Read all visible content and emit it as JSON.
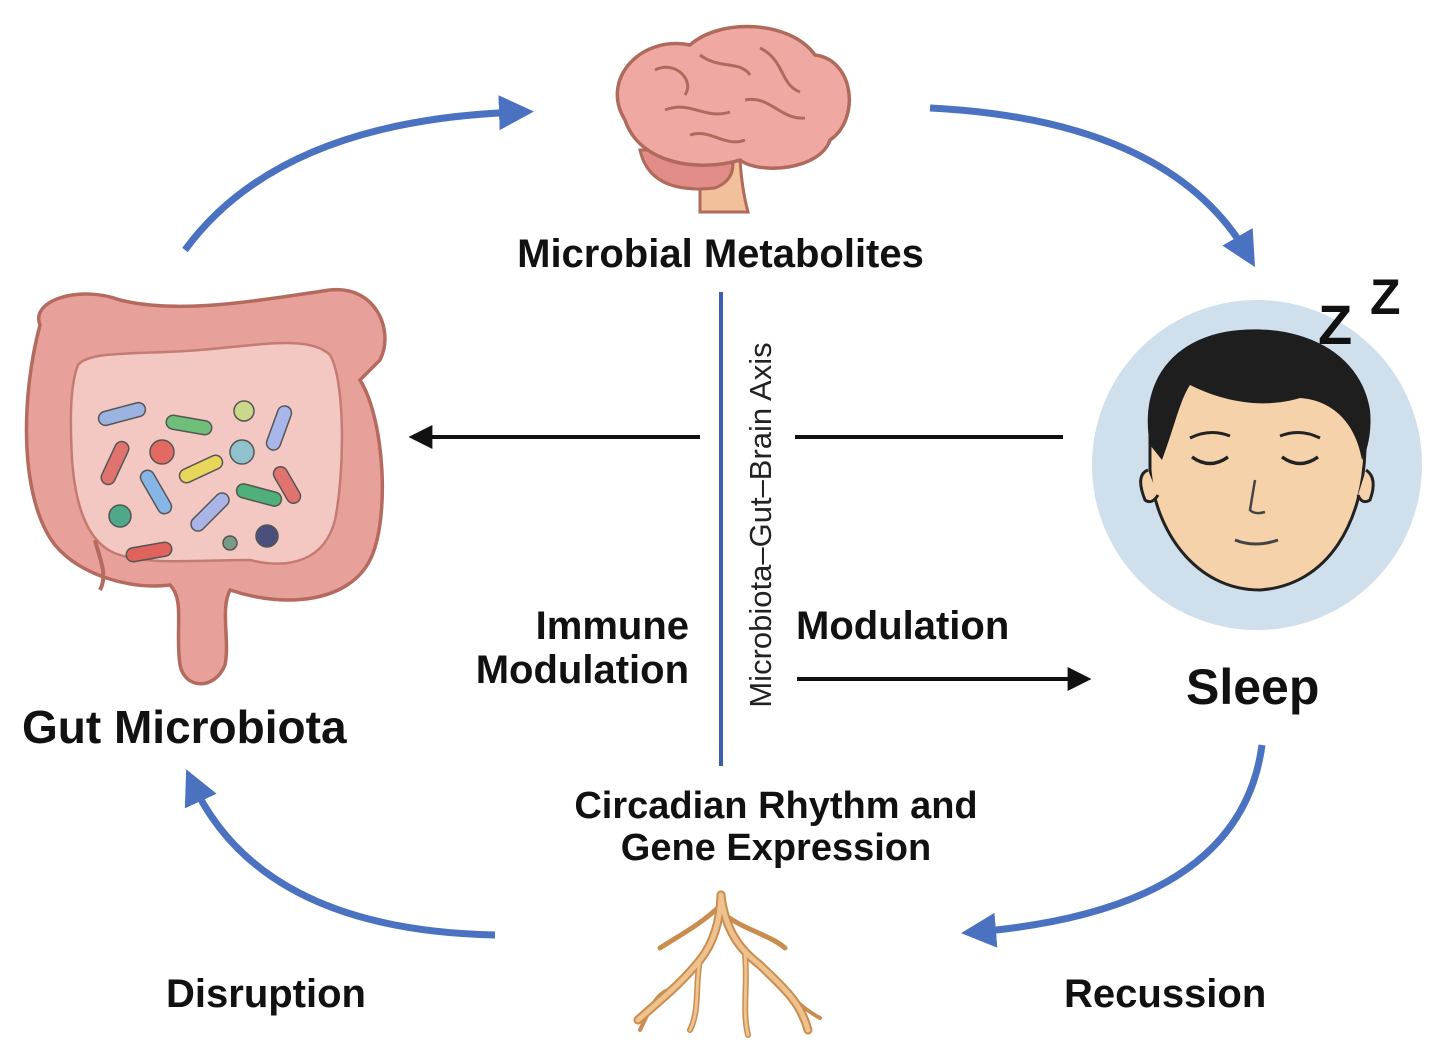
{
  "nodes": {
    "metabolites": "Microbial Metabolites",
    "gut": "Gut Microbiota",
    "sleep": "Sleep",
    "circadian_line1": "Circadian Rhythm and",
    "circadian_line2": "Gene Expression"
  },
  "edges": {
    "immune_line1": "Immune",
    "immune_line2": "Modulation",
    "modulation": "Modulation",
    "disruption": "Disruption",
    "recussion": "Recussion"
  },
  "axis_label": "Microbiota–Gut–Brain Axis",
  "sleep_zz": [
    "Z",
    "Z"
  ],
  "colors": {
    "cycle_arrow": "#4a72c0",
    "center_arrow": "#111111",
    "axis_line": "#3b5fb0",
    "gut": "#e8a19a",
    "brain": "#f0a8a3",
    "sleep_halo": "#cfe0ec",
    "face": "#f6d2aa",
    "roots": "#e4b27a"
  },
  "icons": [
    "brain-icon",
    "intestine-icon",
    "sleeping-face-icon",
    "roots-icon"
  ]
}
